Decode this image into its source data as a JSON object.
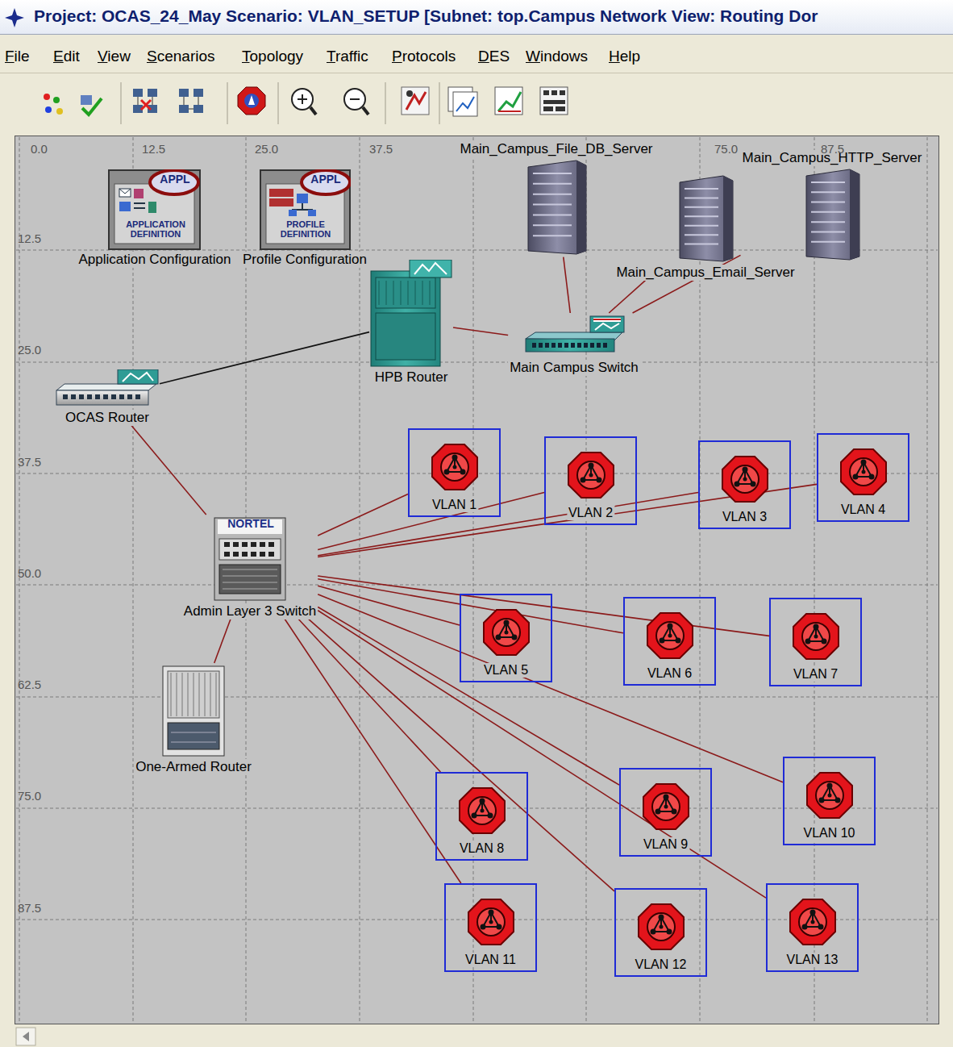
{
  "diagram": {
    "nodes": [
      {
        "text": [
          "Application Configuration"
        ]
      },
      {
        "text": [
          "Profile Configuration"
        ]
      },
      {
        "text": [
          "Main_Campus_File_DB_Server"
        ]
      },
      {
        "text": [
          "Main_Campus_HTTP_Server"
        ]
      },
      {
        "text": [
          "HPB Router"
        ]
      },
      {
        "text": [
          "Main_Campus_Email_Server"
        ]
      },
      {
        "text": [
          "Main Campus Switch"
        ]
      },
      {
        "text": [
          "OCAS Router"
        ]
      },
      {
        "text": [
          "VLAN 1"
        ]
      },
      {
        "text": [
          "VLAN 2"
        ]
      },
      {
        "text": [
          "VLAN 3"
        ]
      },
      {
        "text": [
          "VLAN 4"
        ]
      },
      {
        "text": [
          "Admin Layer 3 Switch"
        ]
      },
      {
        "text": [
          "VLAN 5"
        ]
      },
      {
        "text": [
          "VLAN 6"
        ]
      },
      {
        "text": [
          "VLAN 7"
        ]
      },
      {
        "text": [
          "One-Armed Router"
        ]
      },
      {
        "text": [
          "VLAN 8"
        ]
      },
      {
        "text": [
          "VLAN 9"
        ]
      },
      {
        "text": [
          "VLAN 10"
        ]
      },
      {
        "text": [
          "VLAN 11"
        ]
      },
      {
        "text": [
          "VLAN 12"
        ]
      },
      {
        "text": [
          "VLAN 13"
        ]
      }
    ],
    "edges": [
      {
        "from": 7,
        "to": 4,
        "arrow": "none"
      },
      {
        "from": 4,
        "to": 6,
        "arrow": "none"
      },
      {
        "from": 6,
        "to": 2,
        "arrow": "none"
      },
      {
        "from": 6,
        "to": 5,
        "arrow": "none"
      },
      {
        "from": 6,
        "to": 3,
        "arrow": "none"
      },
      {
        "from": 7,
        "to": 12,
        "arrow": "none"
      },
      {
        "from": 12,
        "to": 16,
        "arrow": "none"
      },
      {
        "from": 12,
        "to": 8,
        "arrow": "none"
      },
      {
        "from": 12,
        "to": 9,
        "arrow": "none"
      },
      {
        "from": 12,
        "to": 10,
        "arrow": "none"
      },
      {
        "from": 12,
        "to": 11,
        "arrow": "none"
      },
      {
        "from": 12,
        "to": 13,
        "arrow": "none"
      },
      {
        "from": 12,
        "to": 14,
        "arrow": "none"
      },
      {
        "from": 12,
        "to": 15,
        "arrow": "none"
      },
      {
        "from": 12,
        "to": 17,
        "arrow": "none"
      },
      {
        "from": 12,
        "to": 18,
        "arrow": "none"
      },
      {
        "from": 12,
        "to": 19,
        "arrow": "none"
      },
      {
        "from": 12,
        "to": 20,
        "arrow": "none"
      },
      {
        "from": 12,
        "to": 21,
        "arrow": "none"
      },
      {
        "from": 12,
        "to": 22,
        "arrow": "none"
      }
    ],
    "labels": [
      "Project: OCAS_24_May Scenario: VLAN_SETUP [Subnet: top.Campus Network View: Routing Dor",
      "File",
      "Edit",
      "View",
      "Scenarios",
      "Topology",
      "Traffic",
      "Protocols",
      "DES",
      "Windows",
      "Help",
      "0.0",
      "12.5",
      "25.0",
      "37.5",
      "75.0",
      "87.5",
      "12.5",
      "25.0",
      "37.5",
      "50.0",
      "62.5",
      "75.0",
      "87.5",
      "APPL",
      "APPLICATION DEFINITION",
      "APPL",
      "PROFILE DEFINITION",
      "NORTEL"
    ]
  }
}
